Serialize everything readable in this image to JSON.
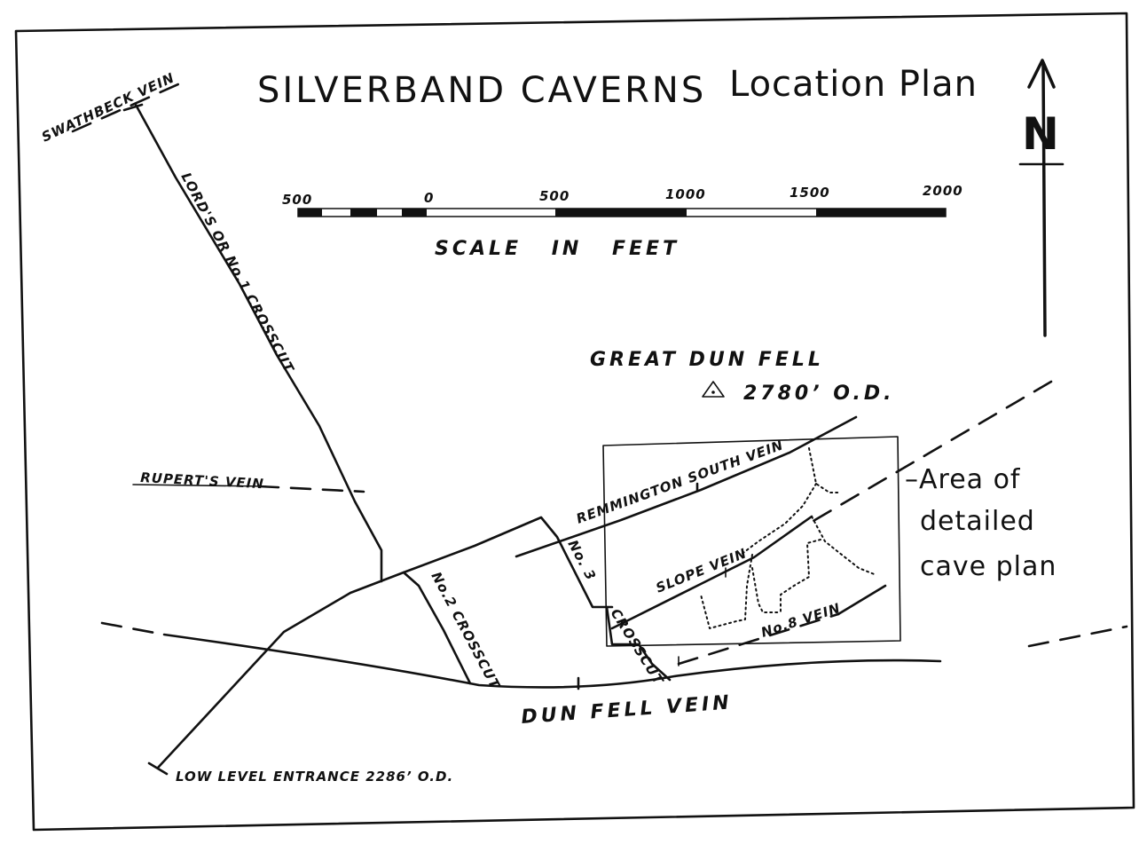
{
  "title": "SILVERBAND CAVERNS",
  "subtitle": "Location Plan",
  "north_label": "N",
  "scale": {
    "ticks": [
      "500",
      "0",
      "500",
      "1000",
      "1500",
      "2000"
    ],
    "caption": "SCALE IN FEET"
  },
  "summit": {
    "name": "GREAT DUN FELL",
    "height": "2780’ O.D."
  },
  "veins": {
    "swathbeck": "SWATHBECK VEIN",
    "ruperts": "RUPERT'S VEIN",
    "remmington_south": "REMMINGTON SOUTH VEIN",
    "slope": "SLOPE VEIN",
    "no8": "No.8 VEIN",
    "dun_fell": "DUN FELL VEIN"
  },
  "crosscuts": {
    "lords": "LORD'S OR No.1 CROSSCUT",
    "no2": "No.2 CROSSCUT",
    "no3": "No. 3",
    "crosscut": "CROSSCUT"
  },
  "entrance": "LOW LEVEL ENTRANCE  2286’ O.D.",
  "detail_note": [
    "–Area of",
    "detailed",
    "cave plan"
  ],
  "colors": {
    "ink": "#111111",
    "paper": "#ffffff"
  }
}
